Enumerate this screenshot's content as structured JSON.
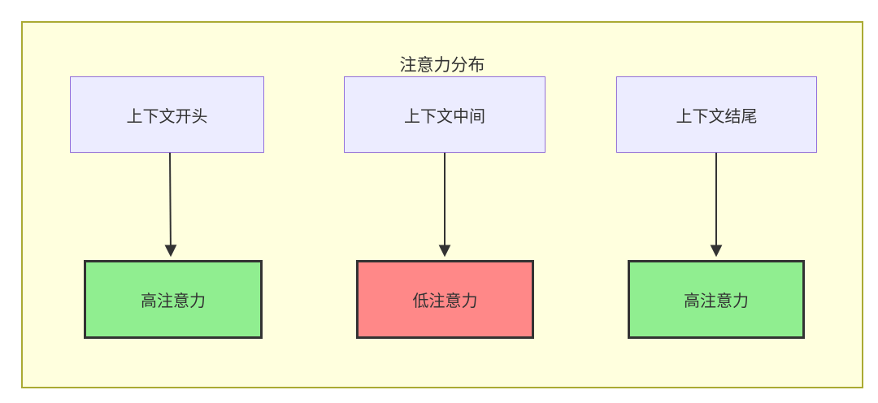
{
  "diagram": {
    "title": "注意力分布",
    "columns": [
      {
        "source": {
          "label": "上下文开头"
        },
        "target": {
          "label": "高注意力",
          "fill": "#90ee90",
          "level": "high"
        }
      },
      {
        "source": {
          "label": "上下文中间"
        },
        "target": {
          "label": "低注意力",
          "fill": "#ff8888",
          "level": "low"
        }
      },
      {
        "source": {
          "label": "上下文结尾"
        },
        "target": {
          "label": "高注意力",
          "fill": "#90ee90",
          "level": "high"
        }
      }
    ],
    "colors": {
      "container_fill": "#ffffde",
      "container_border": "#aaaa33",
      "source_fill": "#ececff",
      "source_border": "#9370db",
      "target_border": "#333333",
      "arrow": "#333333",
      "text": "#333333",
      "page_background": "#ffffff"
    }
  }
}
